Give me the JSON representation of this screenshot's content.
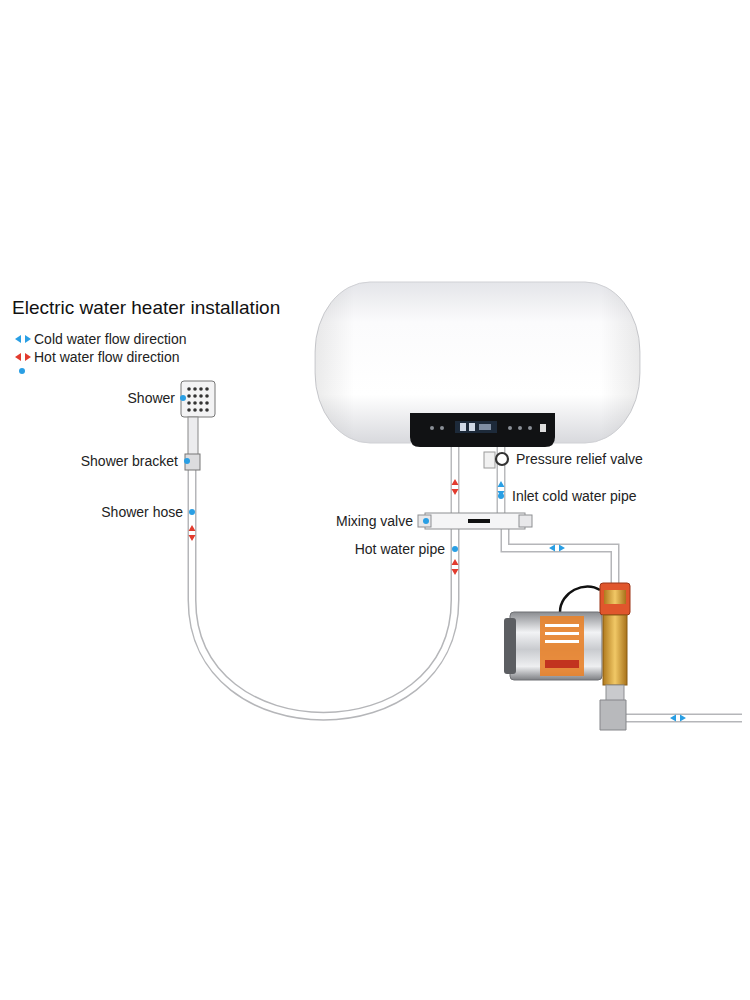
{
  "diagram": {
    "title": "Electric water heater installation",
    "labels": [
      "Shower",
      "Pressure relief valve",
      "Shower bracket",
      "Inlet cold water pipe",
      "Shower hose",
      "Mixing valve",
      "Hot water pipe"
    ],
    "legend": [
      {
        "text": "Cold water flow direction"
      },
      {
        "text": "Hot water flow direction"
      }
    ]
  }
}
